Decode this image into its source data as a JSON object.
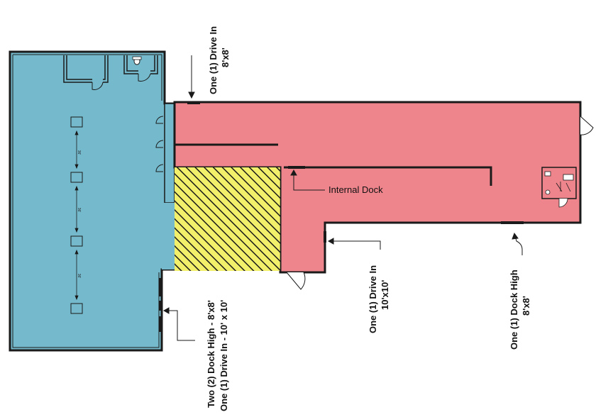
{
  "colors": {
    "warehouse_blue": "#74b9cc",
    "office_red": "#ef858c",
    "shared_yellow": "#f2ef6a",
    "wall": "#1a1a1a"
  },
  "labels": {
    "drive_in_top_1": "One (1) Drive In",
    "drive_in_top_2": "8'x8'",
    "internal_dock": "Internal Dock",
    "drive_in_mid_1": "One (1) Drive In",
    "drive_in_mid_2": "10'x10'",
    "dock_high_right_1": "One (1) Dock High",
    "dock_high_right_2": "8'x8'",
    "left_bottom_1": "Two (2) Dock High - 8'x8'",
    "left_bottom_2": "One (1) Drive In - 10' x 10'"
  },
  "dimension_marks": [
    "36'",
    "36'",
    "36'"
  ],
  "icons": [
    "toilet-icon",
    "sink-icon",
    "door-swing-icon",
    "column-icon",
    "arrow-icon"
  ]
}
